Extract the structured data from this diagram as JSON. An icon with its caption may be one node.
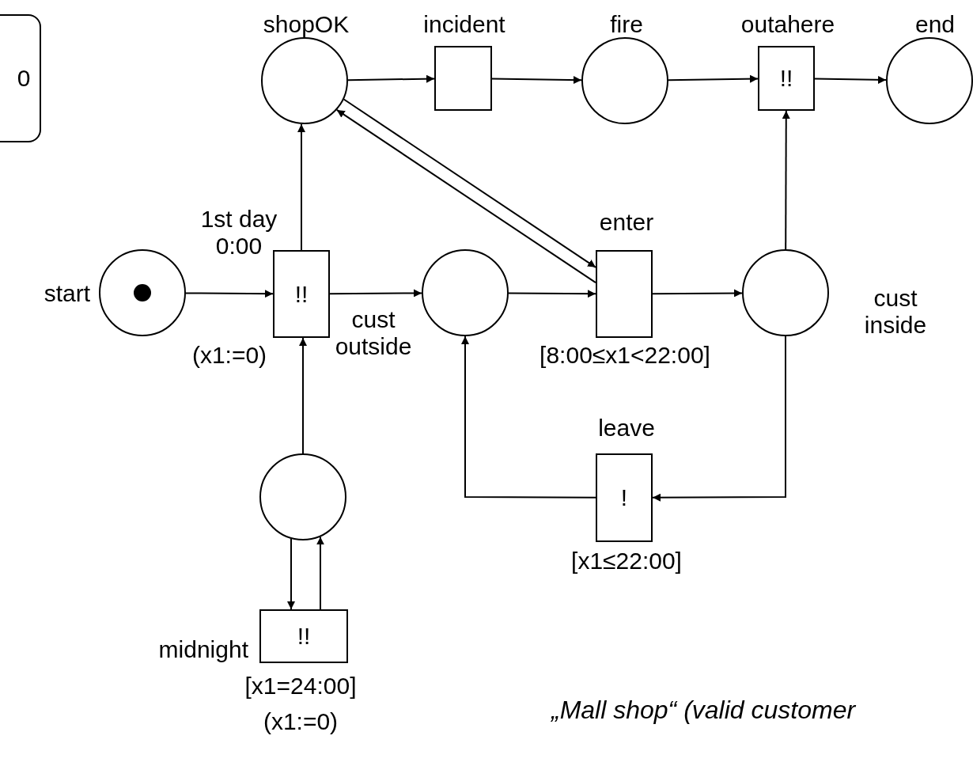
{
  "diagram": {
    "caption": "„Mall shop“ (valid customer",
    "nodes": [
      {
        "text": [
          "0"
        ]
      },
      {
        "text": [
          "shopOK"
        ]
      },
      {
        "text": [
          "incident"
        ]
      },
      {
        "text": [
          "fire"
        ]
      },
      {
        "text": [
          "outahere",
          "!!"
        ]
      },
      {
        "text": [
          "end"
        ]
      },
      {
        "text": [
          "start"
        ]
      },
      {
        "text": [
          "!!"
        ],
        "beside": [
          "1st day 0:00",
          "(x1:=0)"
        ]
      },
      {
        "text": [
          "cust outside"
        ]
      },
      {
        "text": [
          "enter"
        ],
        "beside": [
          "[8:00≤x1<22:00]"
        ]
      },
      {
        "text": [
          "cust inside"
        ]
      },
      {
        "text": [
          "leave",
          "!"
        ],
        "beside": [
          "[x1≤22:00]"
        ]
      },
      {
        "text": [],
        "shape": "circle"
      },
      {
        "text": [
          "midnight",
          "!!"
        ],
        "beside": [
          "[x1=24:00]",
          "(x1:=0)"
        ]
      }
    ],
    "edges": [
      {
        "from": 1,
        "to": 2,
        "arrow": "to"
      },
      {
        "from": 2,
        "to": 3,
        "arrow": "to"
      },
      {
        "from": 3,
        "to": 4,
        "arrow": "to"
      },
      {
        "from": 4,
        "to": 5,
        "arrow": "to"
      },
      {
        "from": 6,
        "to": 7,
        "arrow": "to"
      },
      {
        "from": 7,
        "to": 1,
        "arrow": "to"
      },
      {
        "from": 7,
        "to": 8,
        "arrow": "to"
      },
      {
        "from": 8,
        "to": 9,
        "arrow": "to"
      },
      {
        "from": 9,
        "to": 10,
        "arrow": "to"
      },
      {
        "from": 10,
        "to": 4,
        "arrow": "to"
      },
      {
        "from": 1,
        "to": 9,
        "arrow": "to"
      },
      {
        "from": 9,
        "to": 1,
        "arrow": "to"
      },
      {
        "from": 10,
        "to": 11,
        "arrow": "to"
      },
      {
        "from": 11,
        "to": 8,
        "arrow": "to"
      },
      {
        "from": 12,
        "to": 7,
        "arrow": "to"
      },
      {
        "from": 12,
        "to": 13,
        "arrow": "to"
      },
      {
        "from": 13,
        "to": 12,
        "arrow": "to"
      }
    ]
  }
}
